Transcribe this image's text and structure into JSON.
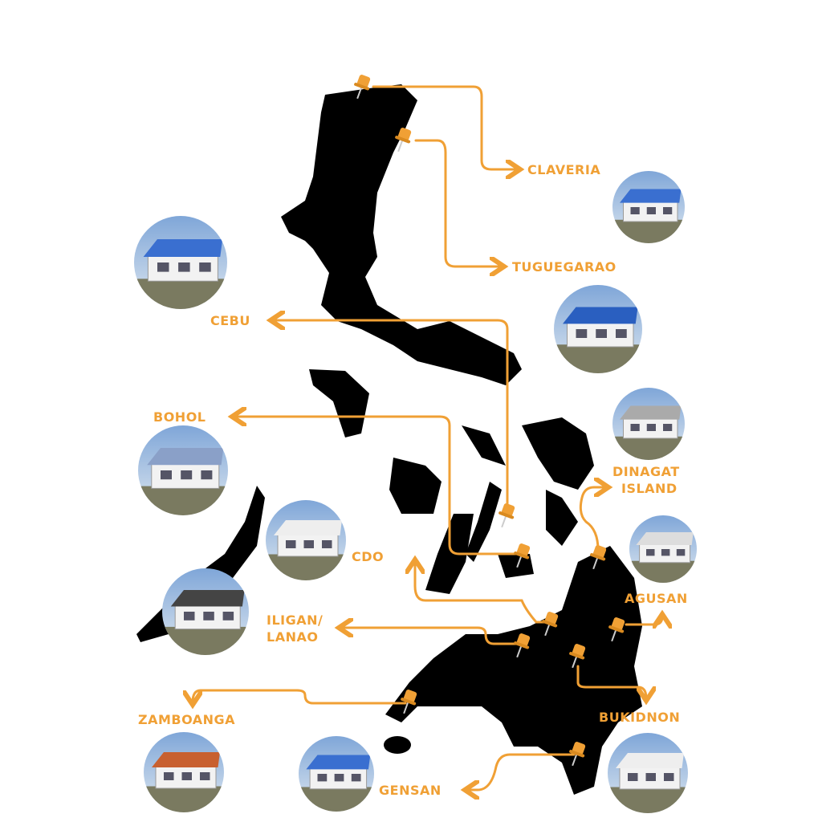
{
  "colors": {
    "accent": "#F0A035",
    "land": "#000000"
  },
  "locations": [
    {
      "id": "claveria",
      "label": "CLAVERIA"
    },
    {
      "id": "tuguegarao",
      "label": "TUGUEGARAO"
    },
    {
      "id": "cebu",
      "label": "CEBU"
    },
    {
      "id": "bohol",
      "label": "BOHOL"
    },
    {
      "id": "dinagat",
      "label": "DINAGAT",
      "label2": "ISLAND"
    },
    {
      "id": "agusan",
      "label": "AGUSAN"
    },
    {
      "id": "cdo",
      "label": "CDO"
    },
    {
      "id": "iligan",
      "label": "ILIGAN/",
      "label2": "LANAO"
    },
    {
      "id": "zamboanga",
      "label": "ZAMBOANGA"
    },
    {
      "id": "bukidnon",
      "label": "BUKIDNON"
    },
    {
      "id": "gensan",
      "label": "GENSAN"
    }
  ]
}
